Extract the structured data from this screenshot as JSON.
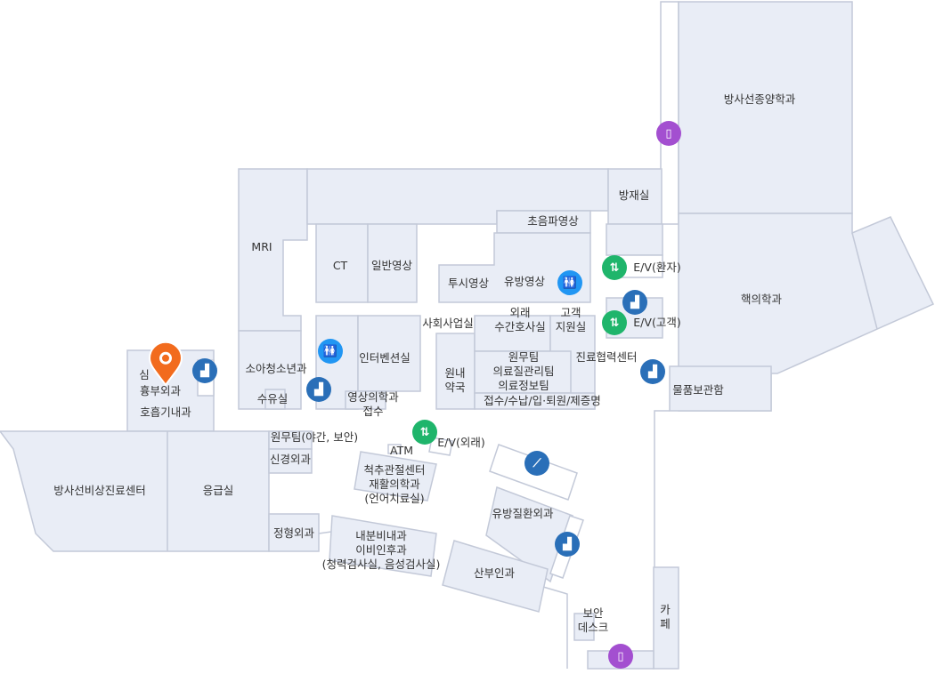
{
  "colors": {
    "room_fill": "#e9edf6",
    "room_stroke": "#c3c9d8",
    "stairs": "#2a6fb8",
    "elevator": "#1fb56b",
    "restroom": "#2196f3",
    "exit": "#a34fd0",
    "marker": "#f26b1d"
  },
  "rooms": {
    "radiation_oncology": "방사선종양학과",
    "nuclear_medicine": "핵의학과",
    "disaster_room": "방재실",
    "ultrasound": "초음파영상",
    "mri": "MRI",
    "ct": "CT",
    "general_imaging": "일반영상",
    "fluoroscopy": "투시영상",
    "mammography": "유방영상",
    "ev_patient": "E/V(환자)",
    "ev_customer": "E/V(고객)",
    "ev_outpatient": "E/V(외래)",
    "social_work": "사회사업실",
    "outpatient_nurse": "외래\n수간호사실",
    "customer_support": "고객\n지원실",
    "pharmacy": "원내\n약국",
    "admin_team": "원무팀\n의료질관리팀\n의료정보팀",
    "reception": "접수/수납/입·퇴원/제증명",
    "referral_center": "진료협력센터",
    "lockers": "물품보관함",
    "interventional": "인터벤션실",
    "radiology_reception": "영상의학과\n접수",
    "pediatrics": "소아청소년과",
    "nursing_room": "수유실",
    "thoracic_1": "심",
    "thoracic_2": "흉부외과",
    "pulmonology": "호흡기내과",
    "admin_night": "원무팀(야간, 보안)",
    "neurosurgery": "신경외과",
    "orthopedics": "정형외과",
    "emergency_radiation": "방사선비상진료센터",
    "emergency_room": "응급실",
    "atm": "ATM",
    "spine_center": "척추관절센터\n재활의학과\n(언어치료실)",
    "endocrinology": "내분비내과\n이비인후과\n(청력검사실, 음성검사실)",
    "breast_surgery": "유방질환외과",
    "obgyn": "산부인과",
    "security_desk": "보안\n데스크",
    "cafe": "카\n페"
  },
  "icons": {
    "stairs": "stairs-icon",
    "escalator": "escalator-icon",
    "elevator": "elevator-icon",
    "restroom": "restroom-icon",
    "exit": "exit-door-icon",
    "marker": "location-pin-icon"
  }
}
